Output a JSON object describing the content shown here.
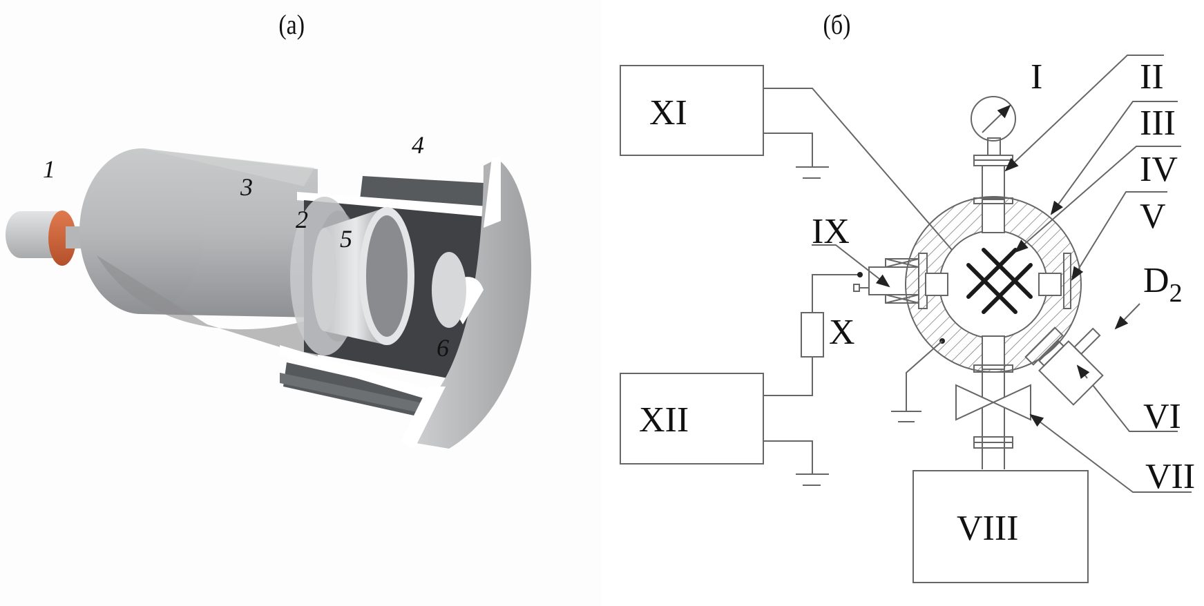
{
  "panel_a": {
    "caption": "(a)",
    "labels": [
      "1",
      "2",
      "3",
      "4",
      "5",
      "6"
    ],
    "colors": {
      "insulator": "#d4693f",
      "body": "#b9babc",
      "magnet": "#55575a",
      "white_cut": "#ffffff"
    }
  },
  "panel_b": {
    "caption": "(б)",
    "labels": {
      "I": "I",
      "II": "II",
      "III": "III",
      "IV": "IV",
      "V": "V",
      "VI": "VI",
      "VII": "VII",
      "VIII": "VIII",
      "IX": "IX",
      "X": "X",
      "XI": "XI",
      "XII": "XII",
      "D2_main": "D",
      "D2_sub": "2"
    },
    "colors": {
      "line": "#666666",
      "text": "#111111"
    }
  }
}
